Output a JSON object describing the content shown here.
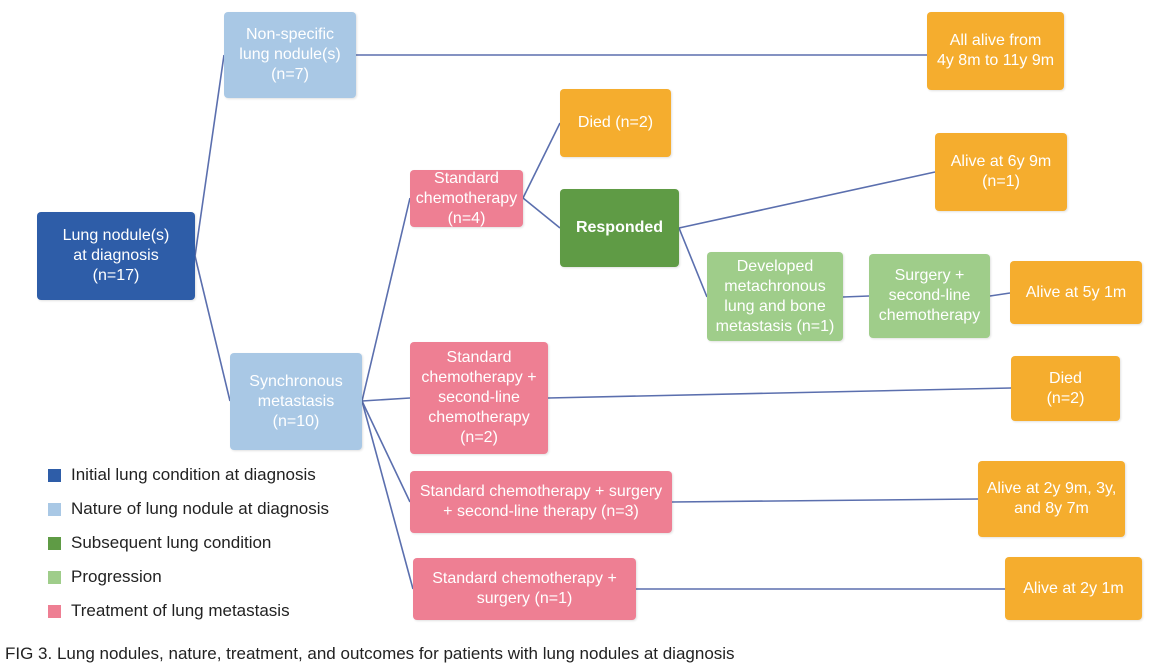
{
  "colors": {
    "initial": "#2e5da8",
    "nature": "#a9c8e5",
    "subsequent": "#5f9b45",
    "progression": "#9fcd8a",
    "treatment": "#ee7f93",
    "outcome": "#f5ad2e",
    "connector": "#5b6fae"
  },
  "nodes": {
    "root": "Lung nodule(s)\nat diagnosis\n(n=17)",
    "nonspecific": "Non-specific\nlung nodule(s)\n(n=7)",
    "synchronous": "Synchronous\nmetastasis\n(n=10)",
    "std_chemo": "Standard\nchemotherapy\n(n=4)",
    "std_chemo_2nd": "Standard\nchemotherapy +\nsecond-line\nchemotherapy\n(n=2)",
    "std_chemo_surg_2nd": "Standard chemotherapy + surgery\n+ second-line therapy (n=3)",
    "std_chemo_surg": "Standard chemotherapy +\nsurgery (n=1)",
    "died_2a": "Died (n=2)",
    "responded": "Responded",
    "developed_meta": "Developed\nmetachronous\nlung and bone\nmetastasis (n=1)",
    "surgery_2nd": "Surgery +\nsecond-line\nchemotherapy",
    "all_alive": "All alive from\n4y 8m to 11y 9m",
    "alive_6y9m": "Alive at 6y 9m\n(n=1)",
    "alive_5y1m": "Alive at 5y 1m",
    "died_2b": "Died\n(n=2)",
    "alive_multi": "Alive at 2y 9m, 3y,\nand 8y 7m",
    "alive_2y1m": "Alive at 2y 1m"
  },
  "legend": [
    {
      "label": "Initial lung condition at diagnosis",
      "color": "#2e5da8"
    },
    {
      "label": "Nature of lung nodule at diagnosis",
      "color": "#a9c8e5"
    },
    {
      "label": "Subsequent lung condition",
      "color": "#5f9b45"
    },
    {
      "label": "Progression",
      "color": "#9fcd8a"
    },
    {
      "label": "Treatment of lung metastasis",
      "color": "#ee7f93"
    }
  ],
  "caption": "FIG 3.  Lung nodules, nature, treatment, and outcomes for patients with lung nodules at diagnosis"
}
